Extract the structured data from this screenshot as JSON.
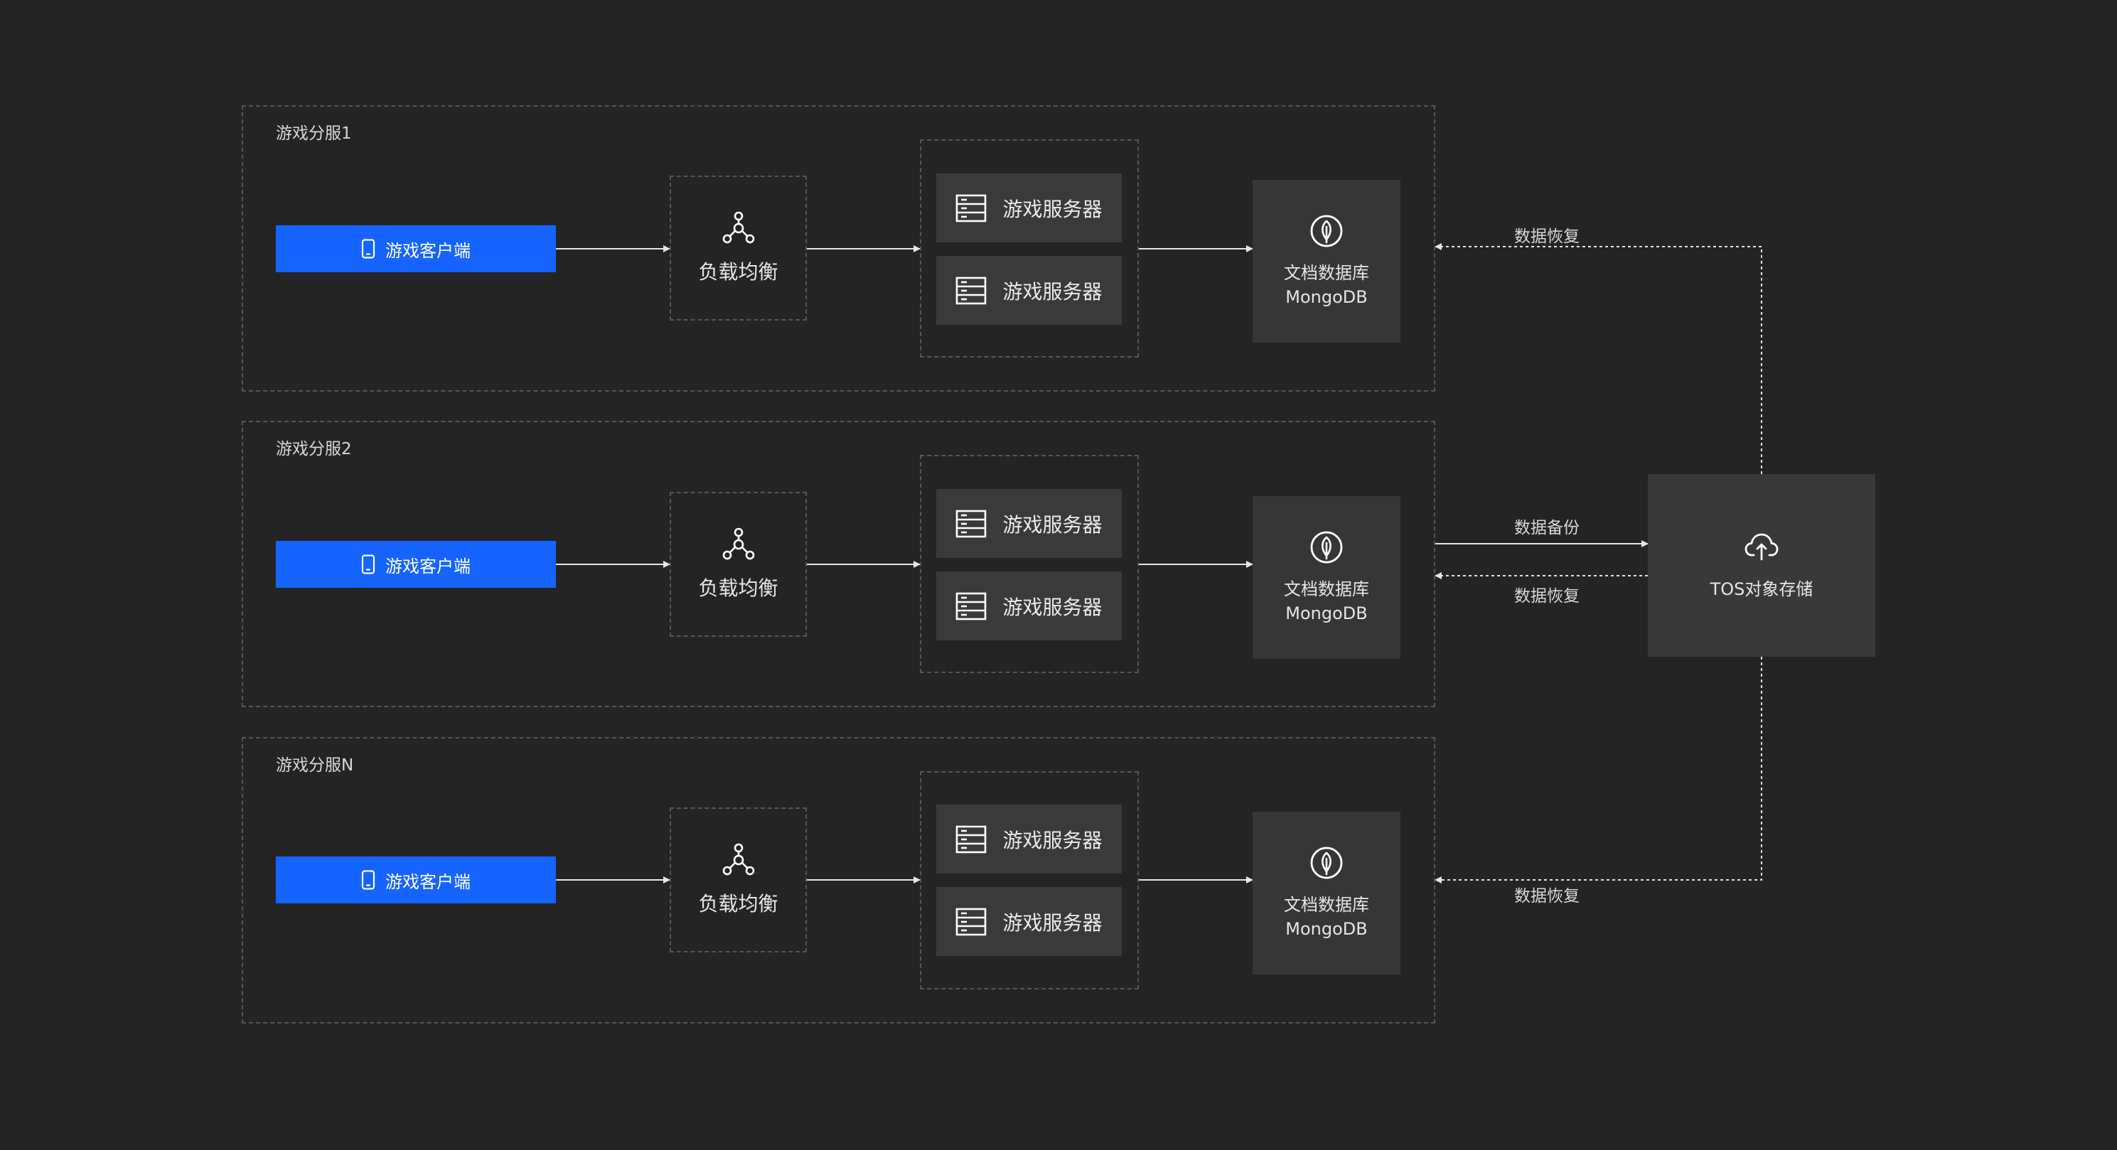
{
  "shards": [
    {
      "title": "游戏分服1",
      "client_label": "游戏客户端",
      "lb_label": "负载均衡",
      "servers": [
        "游戏服务器",
        "游戏服务器"
      ],
      "db_name": "文档数据库",
      "db_engine": "MongoDB"
    },
    {
      "title": "游戏分服2",
      "client_label": "游戏客户端",
      "lb_label": "负载均衡",
      "servers": [
        "游戏服务器",
        "游戏服务器"
      ],
      "db_name": "文档数据库",
      "db_engine": "MongoDB"
    },
    {
      "title": "游戏分服N",
      "client_label": "游戏客户端",
      "lb_label": "负载均衡",
      "servers": [
        "游戏服务器",
        "游戏服务器"
      ],
      "db_name": "文档数据库",
      "db_engine": "MongoDB"
    }
  ],
  "storage": {
    "label": "TOS对象存储"
  },
  "edges": {
    "restore_1": "数据恢复",
    "backup_2": "数据备份",
    "restore_2": "数据恢复",
    "restore_n": "数据恢复"
  },
  "colors": {
    "background": "#242424",
    "client": "#1664ff",
    "server": "#3a3a3a",
    "database": "#363636",
    "storage": "#393939",
    "dashed_border": "#555555",
    "wire": "#e6e6e6"
  },
  "icons": {
    "client": "phone-icon",
    "load_balancer": "load-balancer-icon",
    "server": "server-icon",
    "database": "mongodb-leaf-icon",
    "storage": "cloud-upload-icon"
  }
}
